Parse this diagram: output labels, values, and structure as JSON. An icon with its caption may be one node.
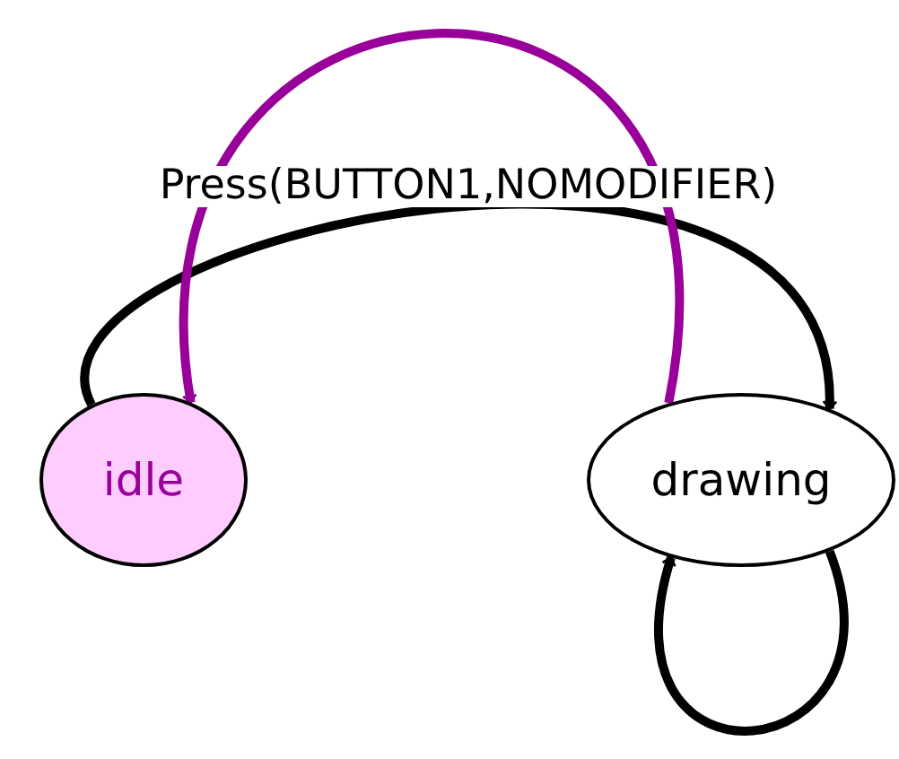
{
  "diagram": {
    "nodes": [
      {
        "text": [
          "idle"
        ]
      },
      {
        "text": [
          "drawing"
        ]
      }
    ],
    "edges": [
      {
        "from": 0,
        "to": 1,
        "arrow": "to",
        "label": "Press(BUTTON1,NOMODIFIER)"
      },
      {
        "from": 1,
        "to": 0,
        "arrow": "to",
        "color": "#990099"
      },
      {
        "from": 1,
        "to": 1,
        "arrow": "to"
      }
    ]
  }
}
